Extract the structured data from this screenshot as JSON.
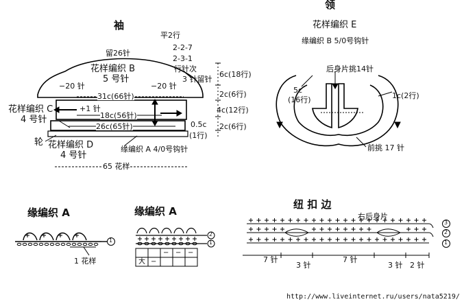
{
  "sleeve": {
    "title": "袖",
    "left_rows": "平2行",
    "dec_a": "2-2-7",
    "dec_b": "2-3-1",
    "dec_c": "行针次",
    "top_leave": "留26针",
    "pattern_b": "花样编织 B",
    "needle_5": "5 号针",
    "minus_left": "−20 针",
    "minus_right": "−20 针",
    "leave_3": "3 针留针",
    "h_6c": "6c(18行)",
    "h_2c_a": "2c(6行)",
    "h_4c": "4c(12行)",
    "h_2c_b": "2c(6行)",
    "h_05c": "0.5c",
    "h_1row": "(1行)",
    "w_31c": "31c(66针)",
    "plus_1": "+1 针",
    "w_18c": "18c(56针)",
    "w_26c": "26c(65针)",
    "pattern_c": "花样编织 C",
    "needle_4_c": "4 号针",
    "wheel": "轮",
    "pattern_d": "花样编织 D",
    "needle_4_d": "4 号针",
    "edge_a_hook": "缘编织 A  4/0号钩针",
    "bottom_65": "65 花样"
  },
  "collar": {
    "title": "领",
    "pattern_e": "花样编织 E",
    "edge_b": "缘编织 B  5/0号钩针",
    "back_pick": "后身片挑14针",
    "left_5c": "5c",
    "left_16": "(16行)",
    "right_1c": "1c(2行)",
    "front_pick": "前挑 17 针"
  },
  "edge_a1": {
    "title": "缘编织 A",
    "repeat": "1 花样",
    "row1": "1"
  },
  "edge_a2": {
    "title": "缘编织 A",
    "row1": "1",
    "row2": "2",
    "grid_cells": [
      "",
      "",
      "−",
      "−",
      "−",
      "大",
      "−",
      "",
      "",
      ""
    ]
  },
  "button_band": {
    "title": "纽 扣 边",
    "subtitle": "右后身片",
    "row1": "1",
    "row2": "2",
    "row3": "3",
    "seg_7a": "7 针",
    "seg_3a": "3 针",
    "seg_7b": "7 针",
    "seg_3b": "3 针",
    "seg_2": "2 针"
  },
  "watermark": "http://www.liveinternet.ru/users/nata5219/"
}
